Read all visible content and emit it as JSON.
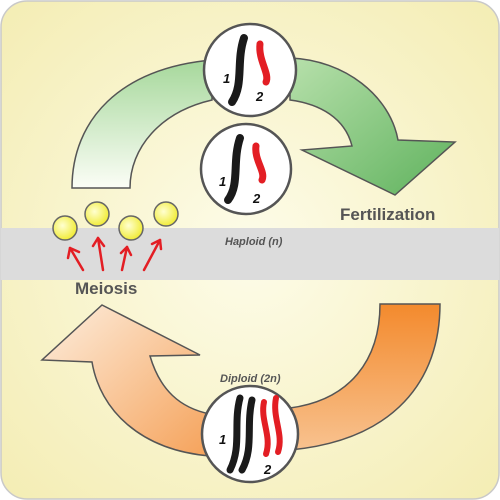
{
  "labels": {
    "fertilization": "Fertilization",
    "meiosis": "Meiosis",
    "haploid": "Haploid (n)",
    "diploid": "Diploid (2n)"
  },
  "cells": [
    {
      "name": "haploid-cell-top",
      "labels": [
        "1",
        "2"
      ],
      "chromosomes": 2,
      "paired": false
    },
    {
      "name": "haploid-cell-middle",
      "labels": [
        "1",
        "2"
      ],
      "chromosomes": 2,
      "paired": false
    },
    {
      "name": "diploid-cell-bottom",
      "labels": [
        "1",
        "2"
      ],
      "chromosomes": 4,
      "paired": true
    }
  ],
  "gametes": {
    "count": 4
  },
  "colors": {
    "background_center": "#fdfce8",
    "background_edge": "#f5efb9",
    "band": "#dcdcdc",
    "green_arrow": "#7dc17a",
    "orange_arrow": "#f49a4a",
    "chromosome_paternal": "#1a1a1a",
    "chromosome_maternal": "#e31e24",
    "gamete_fill": "#f7f36a",
    "meiosis_arrows": "#e31e24"
  }
}
